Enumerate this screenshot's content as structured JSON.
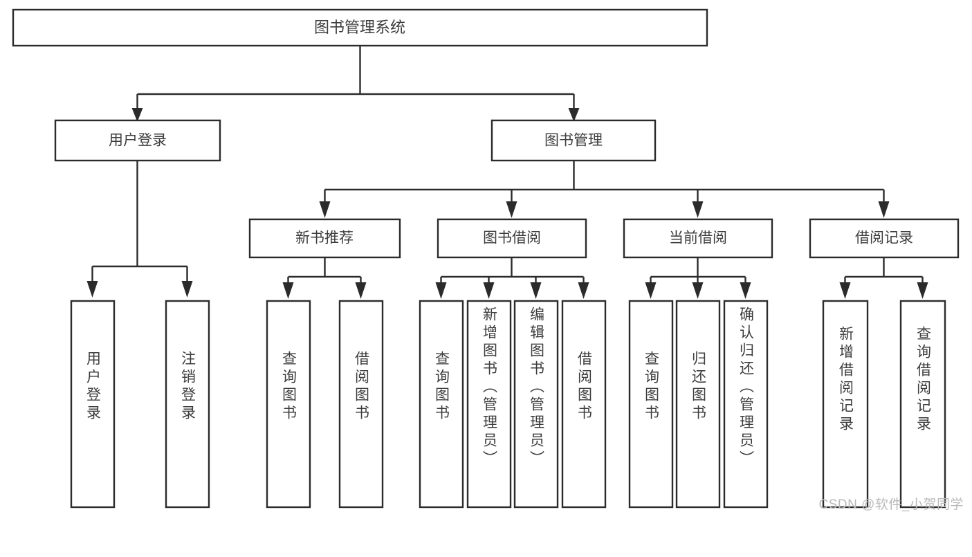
{
  "diagram": {
    "type": "tree-hierarchy-diagram",
    "title": "图书管理系统",
    "watermark": "CSDN @软件_小贺同学",
    "colors": {
      "background": "#ffffff",
      "box_stroke": "#2b2b2b",
      "box_fill": "#ffffff",
      "text": "#3d3d3d",
      "connector": "#2b2b2b",
      "watermark": "#b9b9b9"
    },
    "levels": {
      "root": {
        "label": "图书管理系统"
      },
      "level2": [
        {
          "label": "用户登录"
        },
        {
          "label": "图书管理"
        }
      ],
      "level3": [
        {
          "label": "新书推荐"
        },
        {
          "label": "图书借阅"
        },
        {
          "label": "当前借阅"
        },
        {
          "label": "借阅记录"
        }
      ]
    },
    "leaves": {
      "user_login": [
        {
          "label": "用户登录"
        },
        {
          "label": "注销登录"
        }
      ],
      "new_book_recommend": [
        {
          "label": "查询图书"
        },
        {
          "label": "借阅图书"
        }
      ],
      "book_borrow": [
        {
          "label": "查询图书"
        },
        {
          "label": "新增图书（管理员）"
        },
        {
          "label": "编辑图书（管理员）"
        },
        {
          "label": "借阅图书"
        }
      ],
      "current_borrow": [
        {
          "label": "查询图书"
        },
        {
          "label": "归还图书"
        },
        {
          "label": "确认归还（管理员）"
        }
      ],
      "borrow_records": [
        {
          "label": "新增借阅记录"
        },
        {
          "label": "查询借阅记录"
        }
      ]
    }
  }
}
